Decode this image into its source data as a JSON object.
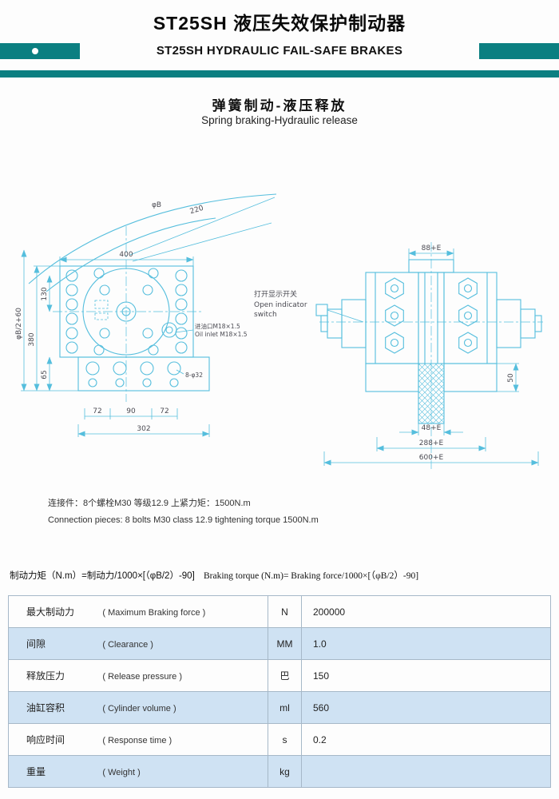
{
  "page": {
    "title_cn": "ST25SH 液压失效保护制动器",
    "title_en": "ST25SH HYDRAULIC FAIL-SAFE BRAKES"
  },
  "section": {
    "heading_cn": "弹簧制动-液压释放",
    "heading_en": "Spring braking-Hydraulic release"
  },
  "drawings": {
    "front_view": {
      "dims": {
        "top_width": "400",
        "arc": "220",
        "disc_dia": "φB",
        "left_inner": "130",
        "left_outer": "380",
        "left_radius": "φB/2+60",
        "base_height": "65",
        "bottom_left": "72",
        "bottom_center": "90",
        "bottom_right": "72",
        "base_width": "302",
        "bolt_holes": "8-φ32"
      },
      "labels": {
        "oil_inlet_cn": "进油口M18×1.5",
        "oil_inlet_en": "Oil inlet M18×1.5"
      }
    },
    "side_view": {
      "dims": {
        "top": "88+E",
        "disc": "48+E",
        "inner_width": "288+E",
        "total_width": "600+E",
        "base_height": "50"
      },
      "labels": {
        "indicator_cn": "打开显示开关",
        "indicator_en1": "Open indicator",
        "indicator_en2": "switch"
      }
    }
  },
  "notes": {
    "cn": "连接件：8个螺栓M30 等级12.9 上紧力矩：1500N.m",
    "en": "Connection pieces: 8 bolts M30 class 12.9 tightening torque 1500N.m"
  },
  "formula": {
    "cn": "制动力矩（N.m）=制动力/1000×[（φB/2）-90]",
    "en": "Braking torque (N.m)= Braking force/1000×[（φB/2）-90]"
  },
  "spec_table": {
    "rows": [
      {
        "name_cn": "最大制动力",
        "name_en": "( Maximum Braking force )",
        "unit": "N",
        "value": "200000"
      },
      {
        "name_cn": "间隙",
        "name_en": "( Clearance )",
        "unit": "MM",
        "value": "1.0"
      },
      {
        "name_cn": "释放压力",
        "name_en": "( Release pressure )",
        "unit": "巴",
        "value": "150"
      },
      {
        "name_cn": "油缸容积",
        "name_en": "( Cylinder volume )",
        "unit": "ml",
        "value": "560"
      },
      {
        "name_cn": "响应时间",
        "name_en": "( Response time )",
        "unit": "s",
        "value": "0.2"
      },
      {
        "name_cn": "重量",
        "name_en": "( Weight )",
        "unit": "kg",
        "value": ""
      }
    ]
  },
  "colors": {
    "teal_accent": "#0b7f81",
    "drawing_cyan": "#55bedd",
    "table_alt_row": "#cfe2f3"
  }
}
